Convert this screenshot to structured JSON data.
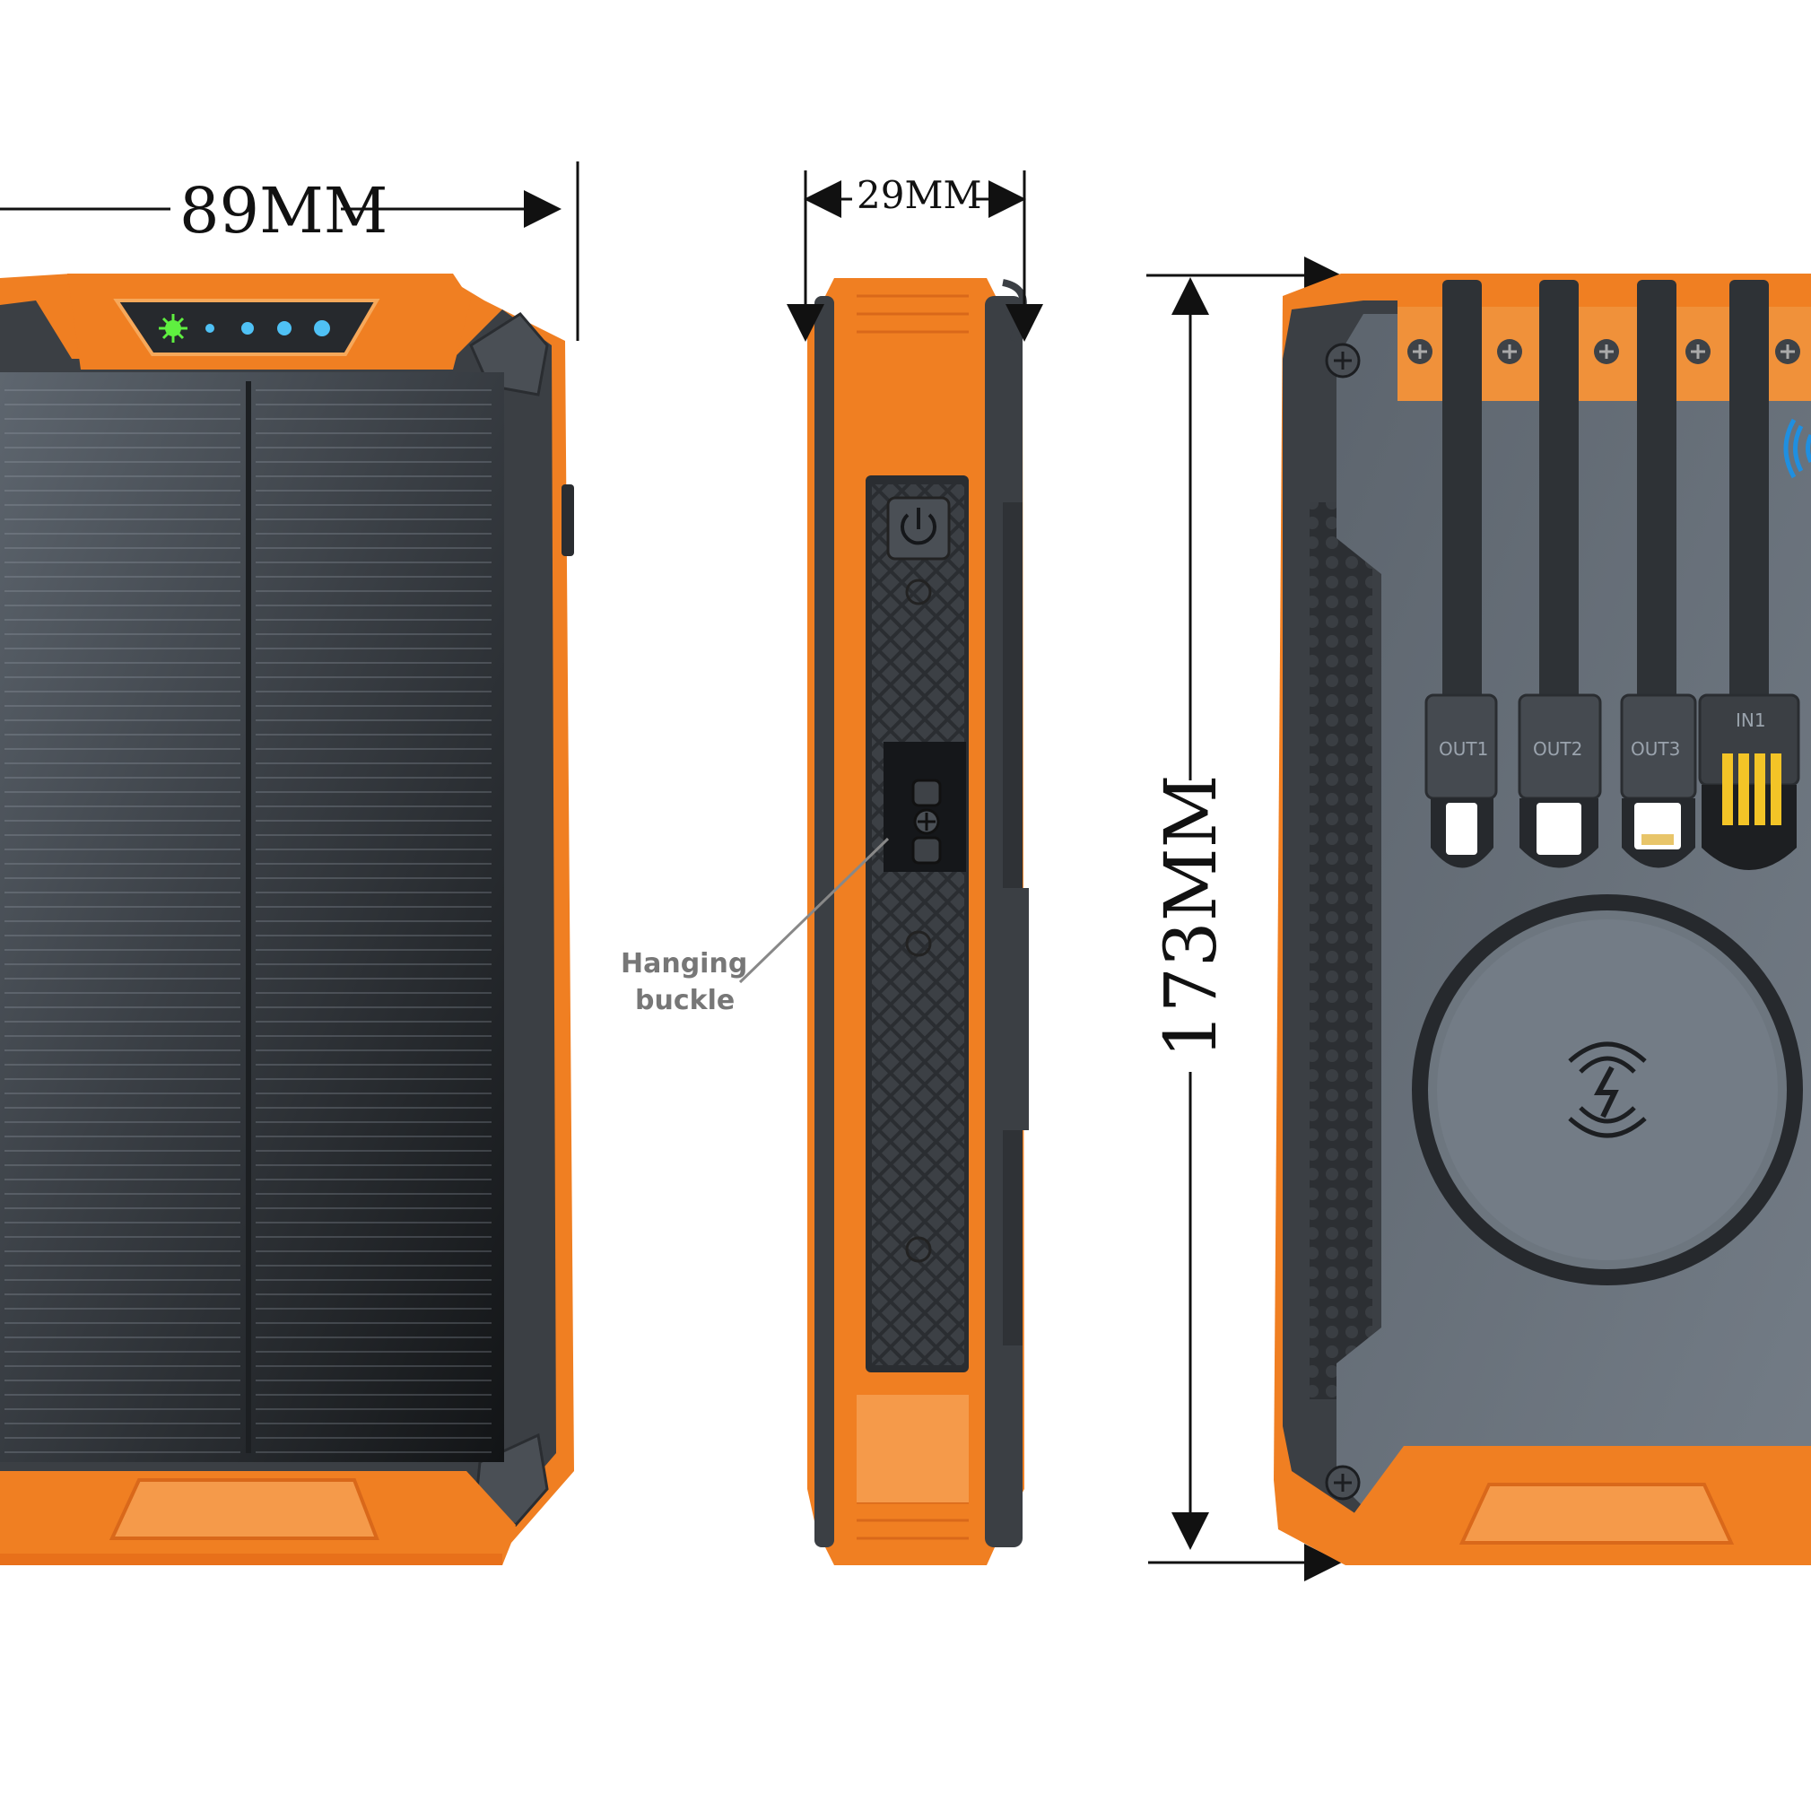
{
  "dimensions": {
    "width": "89MM",
    "thickness": "29MM",
    "height": "173MM"
  },
  "callouts": {
    "hanging_buckle_line1": "Hanging",
    "hanging_buckle_line2": "buckle"
  },
  "ports": {
    "out1": "OUT1",
    "out2": "OUT2",
    "out3": "OUT3",
    "in1": "IN1"
  },
  "colors": {
    "orange": "#f07f22",
    "dark_frame": "#3b3f44",
    "back_panel": "#6a737d",
    "solar_panel": "#2a2e33",
    "led_green": "#5ff040",
    "led_blue": "#4fc1f5",
    "wireless_blue": "#1f8fe0"
  },
  "icons": [
    "power-icon",
    "wireless-charging-icon",
    "screw-icon",
    "usb-connector-icon",
    "lightning-connector-icon",
    "led-indicator-icon"
  ]
}
